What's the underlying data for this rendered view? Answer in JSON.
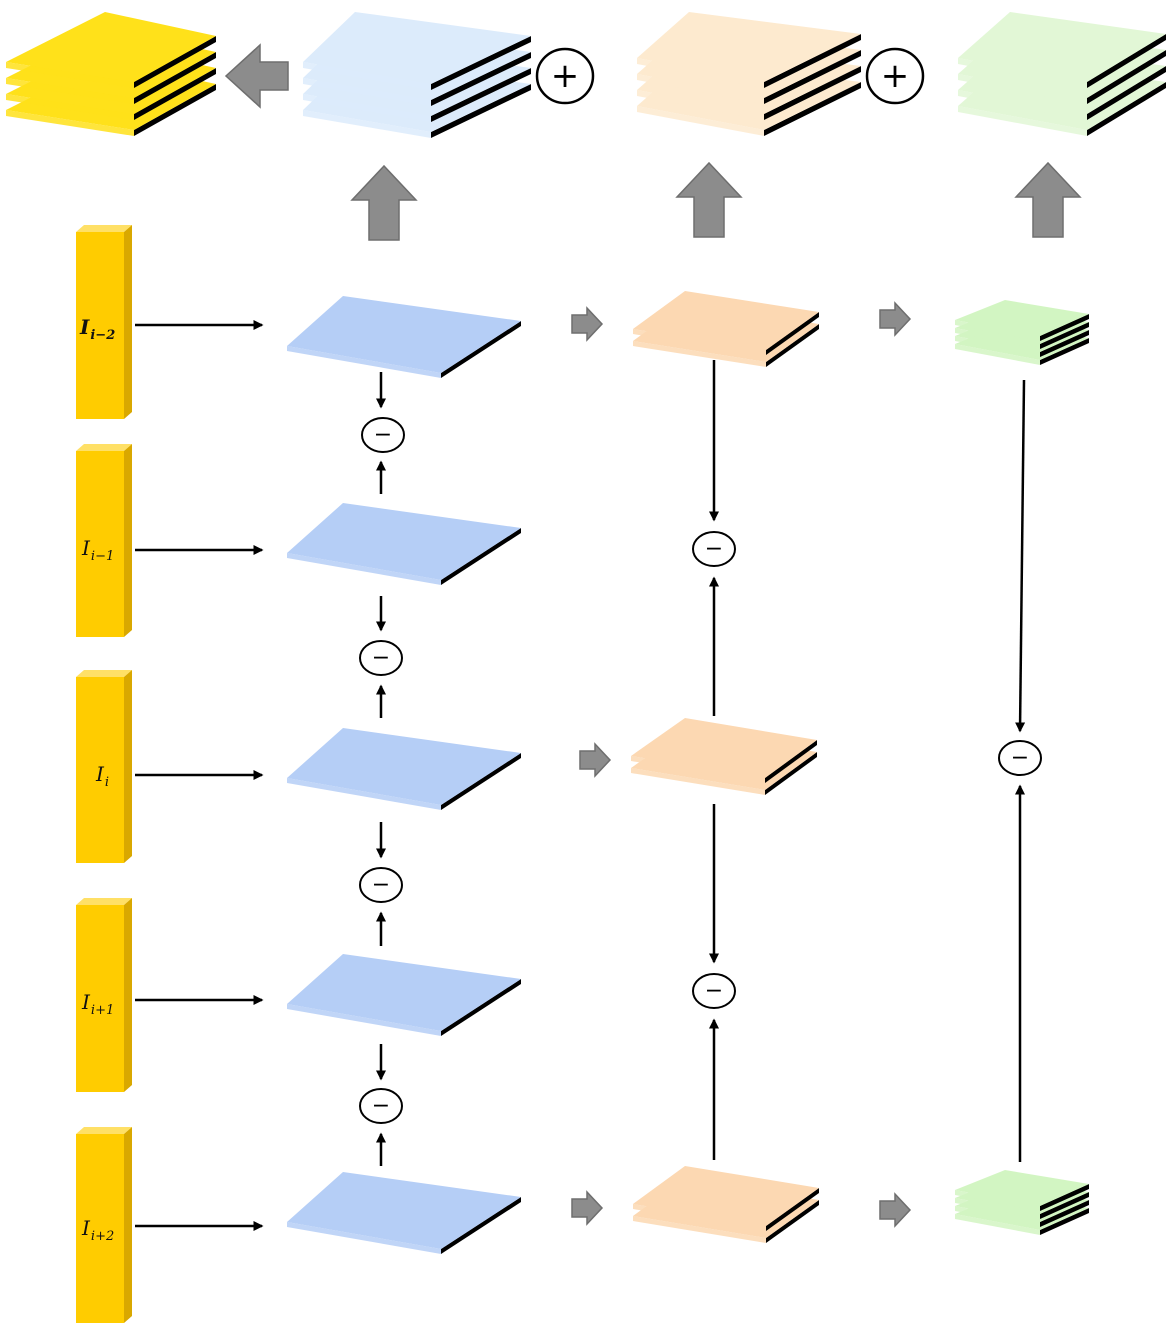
{
  "frames": [
    {
      "base": "I",
      "sub": "i−2",
      "bold": true
    },
    {
      "base": "I",
      "sub": "i−1",
      "bold": false
    },
    {
      "base": "I",
      "sub": "i",
      "bold": false
    },
    {
      "base": "I",
      "sub": "i+1",
      "bold": false
    },
    {
      "base": "I",
      "sub": "i+2",
      "bold": false
    }
  ],
  "operators": {
    "add": "+",
    "subtract": "−"
  },
  "colors": {
    "frame": "#FFCC00",
    "frame_side": "#D9A800",
    "output": "#FFE11A",
    "blue": "#B5CEF6",
    "blue_light": "#DCEBFB",
    "orange": "#FCD8B2",
    "orange_light": "#FDEACF",
    "green": "#D2F5C2",
    "green_light": "#E2F7D6",
    "edge": "#000000",
    "arrow_gray": "#8C8C8C"
  }
}
